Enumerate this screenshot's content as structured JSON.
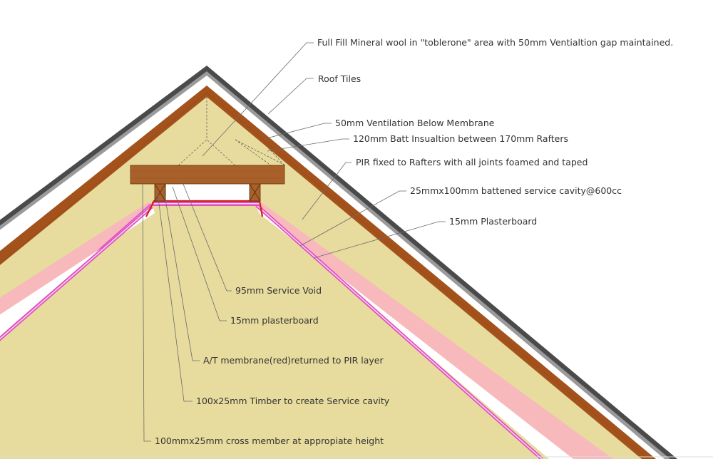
{
  "colors": {
    "tiles": "#4a4a4a",
    "tile_edge": "#9a9a9a",
    "membrane_gap": "#ffffff",
    "rafter_timber": "#a4521c",
    "insulation": "#e7dc9e",
    "pir_board": "#f7b9bc",
    "plasterboard": "#e04fc0",
    "cross_member": "#a8612a",
    "membrane_red": "#d11e1e"
  },
  "labels": [
    {
      "id": "mineral-wool",
      "text": "Full Fill Mineral wool in \"toblerone\" area with 50mm Ventialtion gap maintained."
    },
    {
      "id": "roof-tiles",
      "text": "Roof Tiles"
    },
    {
      "id": "ventilation",
      "text": "50mm Ventilation Below Membrane"
    },
    {
      "id": "batt-insulation",
      "text": "120mm Batt Insualtion between 170mm Rafters"
    },
    {
      "id": "pir",
      "text": "PIR fixed to Rafters with all joints foamed and taped"
    },
    {
      "id": "service-cavity",
      "text": "25mmx100mm battened service cavity@600cc"
    },
    {
      "id": "plasterboard-right",
      "text": "15mm Plasterboard"
    },
    {
      "id": "service-void",
      "text": "95mm Service Void"
    },
    {
      "id": "plasterboard-left",
      "text": "15mm plasterboard"
    },
    {
      "id": "membrane",
      "text": "A/T membrane(red)returned to PIR layer"
    },
    {
      "id": "timber",
      "text": "100x25mm Timber to create Service cavity"
    },
    {
      "id": "cross-member",
      "text": "100mmx25mm cross member at appropiate height"
    }
  ]
}
